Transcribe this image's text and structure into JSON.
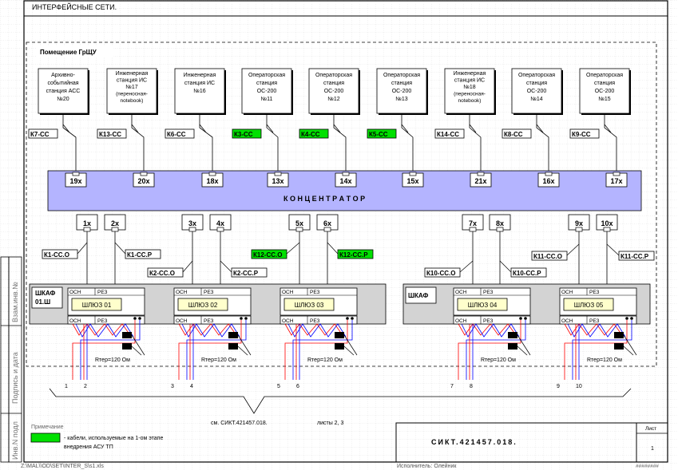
{
  "header": {
    "title": "ИНТЕРФЕЙСНЫЕ СЕТИ."
  },
  "room": {
    "label": "Помещение ГрЩУ"
  },
  "workstations": [
    {
      "lines": [
        "Архивно-",
        "событийная",
        "станция АСС",
        "№20"
      ]
    },
    {
      "lines": [
        "Инженерная",
        "станция ИС",
        "№17",
        "(переносная-",
        "notebook)"
      ]
    },
    {
      "lines": [
        "Инженерная",
        "станция ИС",
        "№16"
      ]
    },
    {
      "lines": [
        "Операторская",
        "станция",
        "ОС-200",
        "№11"
      ]
    },
    {
      "lines": [
        "Операторская",
        "станция",
        "ОС-200",
        "№12"
      ]
    },
    {
      "lines": [
        "Операторская",
        "станция",
        "ОС-200",
        "№13"
      ]
    },
    {
      "lines": [
        "Инженерная",
        "станция ИС",
        "№18",
        "(переносная-",
        "notebook)"
      ]
    },
    {
      "lines": [
        "Операторская",
        "станция",
        "ОС-200",
        "№14"
      ]
    },
    {
      "lines": [
        "Операторская",
        "станция",
        "ОС-200",
        "№15"
      ]
    }
  ],
  "top_cables": [
    {
      "label": "К7-СС",
      "highlight": false
    },
    {
      "label": "К13-СС",
      "highlight": false
    },
    {
      "label": "К6-СС",
      "highlight": false
    },
    {
      "label": "К3-СС",
      "highlight": true
    },
    {
      "label": "К4-СС",
      "highlight": true
    },
    {
      "label": "К5-СС",
      "highlight": true
    },
    {
      "label": "К14-СС",
      "highlight": false
    },
    {
      "label": "К8-СС",
      "highlight": false
    },
    {
      "label": "К9-СС",
      "highlight": false
    }
  ],
  "concentrator": {
    "label": "К О Н Ц Е Н Т Р А Т О Р",
    "top_ports": [
      "19x",
      "20x",
      "18x",
      "13x",
      "14x",
      "15x",
      "21x",
      "16x",
      "17x"
    ],
    "bottom_ports": [
      "1x",
      "2x",
      "3x",
      "4x",
      "5x",
      "6x",
      "7x",
      "8x",
      "9x",
      "10x"
    ]
  },
  "bottom_cables": [
    {
      "label": "К1-СС.О",
      "highlight": false
    },
    {
      "label": "К1-СС.Р",
      "highlight": false
    },
    {
      "label": "К2-СС.О",
      "highlight": false
    },
    {
      "label": "К2-СС.Р",
      "highlight": false
    },
    {
      "label": "К12-СС.О",
      "highlight": true
    },
    {
      "label": "К12-СС.Р",
      "highlight": true
    },
    {
      "label": "К10-СС.О",
      "highlight": false
    },
    {
      "label": "К10-СС.Р",
      "highlight": false
    },
    {
      "label": "К11-СС.О",
      "highlight": false
    },
    {
      "label": "К11-СС.Р",
      "highlight": false
    }
  ],
  "cabinets": [
    {
      "label": "ШКАФ\n01.Ш"
    },
    {
      "label": "ШКАФ"
    }
  ],
  "gateways": [
    {
      "name": "ШЛЮЗ 01",
      "osn": "ОСН",
      "rez": "РЕЗ",
      "rterm": "Rтер=120  Ом",
      "nums": [
        "1",
        "2"
      ]
    },
    {
      "name": "ШЛЮЗ 02",
      "osn": "ОСН",
      "rez": "РЕЗ",
      "rterm": "Rтер=120  Ом",
      "nums": [
        "3",
        "4"
      ]
    },
    {
      "name": "ШЛЮЗ 03",
      "osn": "ОСН",
      "rez": "РЕЗ",
      "rterm": "Rтер=120  Ом",
      "nums": [
        "5",
        "6"
      ]
    },
    {
      "name": "ШЛЮЗ 04",
      "osn": "ОСН",
      "rez": "РЕЗ",
      "rterm": "Rтер=120  Ом",
      "nums": [
        "7",
        "8"
      ]
    },
    {
      "name": "ШЛЮЗ 05",
      "osn": "ОСН",
      "rez": "РЕЗ",
      "rterm": "Rтер=120  Ом",
      "nums": [
        "9",
        "10"
      ]
    }
  ],
  "reference": {
    "see": "см. СИКТ.421457.018.",
    "sheets": "листы 2, 3"
  },
  "note": {
    "title": "Примечание",
    "legend_line1": "- кабели, используемые на 1-ом этапе",
    "legend_line2": "внедрения АСУ ТП",
    "legend_color": "#00e000"
  },
  "title_block": {
    "doc_code": "СИКТ.421457.018.",
    "sheet_label": "Лист",
    "sheet_num": "1"
  },
  "side_labels": [
    "Взам.инв.№",
    "Подпись и дата",
    "Инв.N подл"
  ],
  "footer": {
    "path": "Z:\\MAL\\\\OD\\SET\\INTER_S\\s1.xls",
    "author": "Исполнитель: Олейник",
    "right": "########"
  },
  "colors": {
    "concentrator_fill": "#b4b4ff",
    "cabinet_fill": "#d3d3d3",
    "gateway_label_fill": "#ffffcc",
    "highlight": "#00e000",
    "wire_red": "#ff0000",
    "wire_blue": "#0000ff"
  }
}
